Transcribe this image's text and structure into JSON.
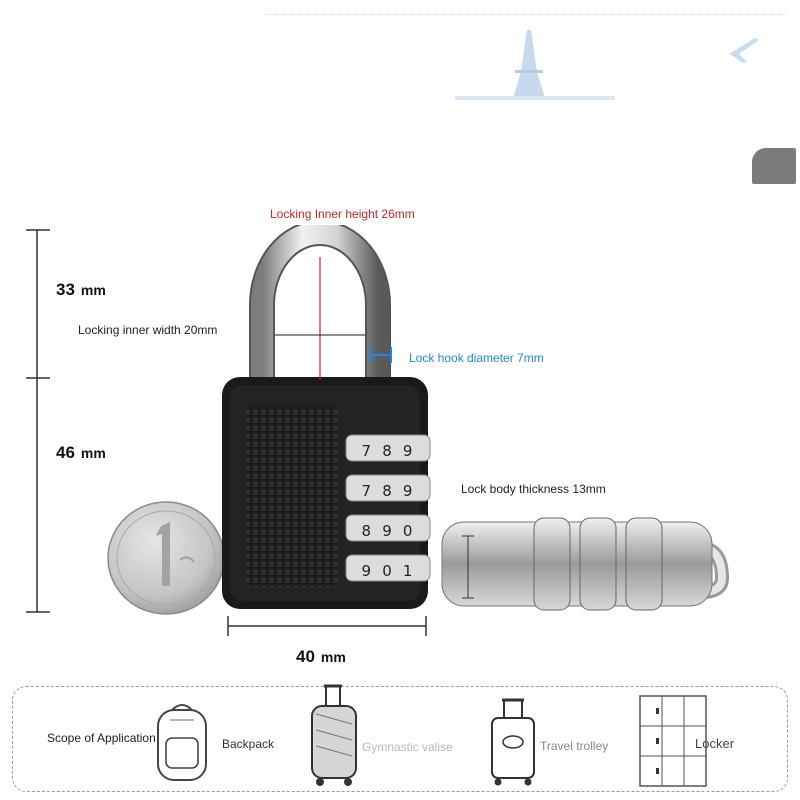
{
  "dimensions": {
    "shackle_height": {
      "value": "33",
      "unit": "mm"
    },
    "body_height": {
      "value": "46",
      "unit": "mm"
    },
    "body_width": {
      "value": "40",
      "unit": "mm"
    }
  },
  "annotations": {
    "inner_height": "Locking Inner height 26mm",
    "inner_width": "Locking inner width 20mm",
    "hook_diameter": "Lock hook diameter 7mm",
    "body_thickness": "Lock body thickness 13mm"
  },
  "dials": [
    [
      "7",
      "8",
      "9"
    ],
    [
      "7",
      "8",
      "9"
    ],
    [
      "8",
      "9",
      "0"
    ],
    [
      "9",
      "0",
      "1"
    ]
  ],
  "applications": {
    "heading": "Scope of Application",
    "items": [
      "Backpack",
      "Gymnastic valise",
      "Travel trolley",
      "Locker"
    ]
  },
  "colors": {
    "inner_height_text": "#c62828",
    "hook_text": "#1e88e5",
    "lock_body": "#1a1a1a",
    "muted_text": "#b8b8b8"
  }
}
